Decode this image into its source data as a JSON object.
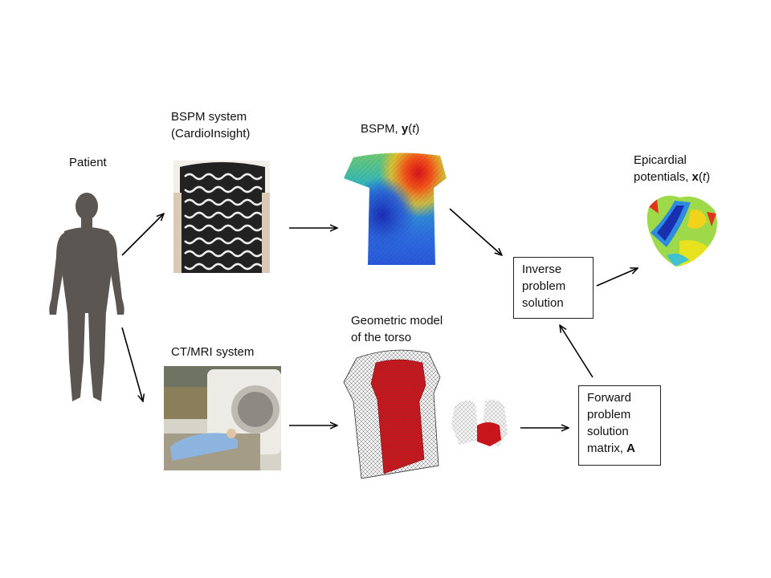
{
  "labels": {
    "patient": "Patient",
    "bspm_system": {
      "line1": "BSPM system",
      "line2": "(CardioInsight)"
    },
    "bspm": {
      "prefix": "BSPM, ",
      "bold": "y",
      "paren_open": "(",
      "italic": "t",
      "paren_close": ")"
    },
    "epicardial": {
      "line1": "Epicardial",
      "prefix": "potentials, ",
      "bold": "x",
      "paren_open": "(",
      "italic": "t",
      "paren_close": ")"
    },
    "ct_mri": "CT/MRI system",
    "geometric": {
      "line1": "Geometric model",
      "line2": "of the torso"
    },
    "inverse": {
      "line1": "Inverse",
      "line2": "problem",
      "line3": "solution"
    },
    "forward": {
      "line1": "Forward",
      "line2": "problem",
      "line3": "solution",
      "line4_prefix": "matrix, ",
      "line4_bold": "A"
    }
  },
  "colors": {
    "silhouette": "#5b5651",
    "arrow": "#000000",
    "torso_mesh_fill": "#c8141b",
    "mesh_gray": "#a9a9a9"
  }
}
